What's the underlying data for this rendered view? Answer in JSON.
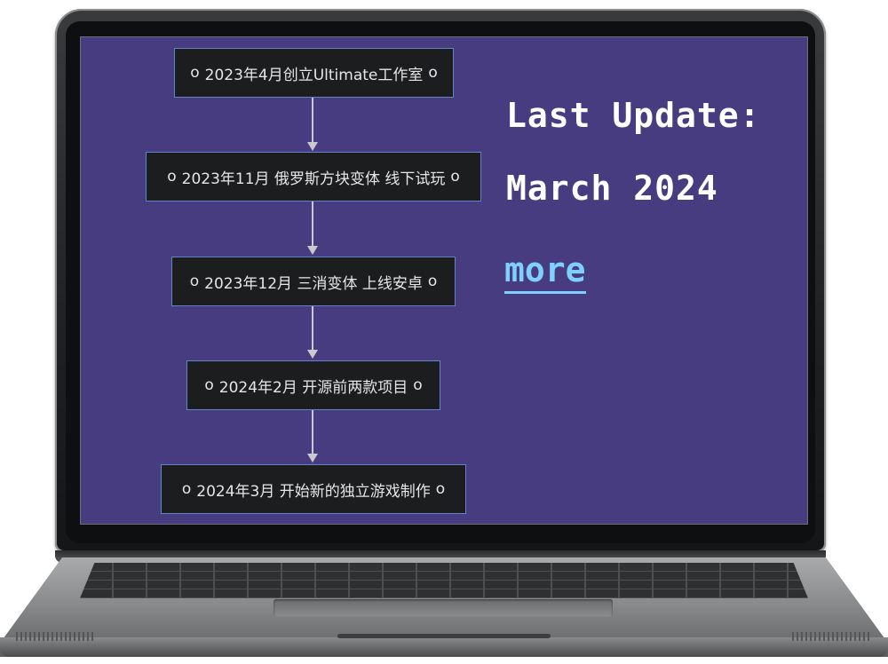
{
  "timeline": {
    "marker": "o",
    "items": [
      {
        "label": "2023年4月创立Ultimate工作室"
      },
      {
        "label": "2023年11月 俄罗斯方块变体 线下试玩"
      },
      {
        "label": "2023年12月 三消变体 上线安卓"
      },
      {
        "label": "2024年2月 开源前两款项目"
      },
      {
        "label": "2024年3月 开始新的独立游戏制作"
      }
    ]
  },
  "update": {
    "heading": "Last Update:",
    "date": "March 2024",
    "more_label": "more"
  },
  "colors": {
    "screen_bg": "#473c80",
    "node_bg": "#1c1d1f",
    "node_border": "#5f86c9",
    "link": "#7fd0ff"
  }
}
